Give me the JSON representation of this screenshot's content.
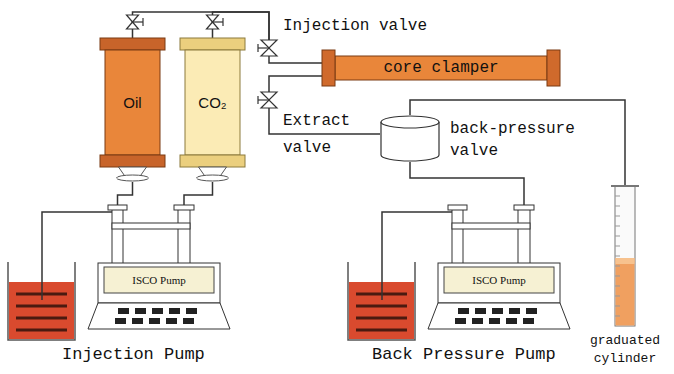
{
  "diagram": {
    "nodes": [
      {
        "text": [
          "Oil"
        ]
      },
      {
        "text": [
          "CO₂"
        ]
      },
      {
        "text": [
          "Injection valve"
        ]
      },
      {
        "text": [
          "core clamper"
        ]
      },
      {
        "text": [
          "Extract valve"
        ]
      },
      {
        "text": [
          "back-pressure valve"
        ]
      },
      {
        "text": [
          "ISCO Pump",
          "Injection Pump"
        ]
      },
      {
        "text": [
          "ISCO Pump",
          "Back Pressure Pump"
        ]
      },
      {
        "text": [
          "graduated cylinder"
        ]
      }
    ],
    "edges": [
      {
        "from": 0,
        "to": 2,
        "arrow": "none"
      },
      {
        "from": 1,
        "to": 2,
        "arrow": "none"
      },
      {
        "from": 2,
        "to": 3,
        "arrow": "none"
      },
      {
        "from": 3,
        "to": 4,
        "arrow": "none"
      },
      {
        "from": 4,
        "to": 5,
        "arrow": "none"
      },
      {
        "from": 5,
        "to": 8,
        "arrow": "none"
      },
      {
        "from": 6,
        "to": 0,
        "arrow": "none"
      },
      {
        "from": 6,
        "to": 1,
        "arrow": "none"
      },
      {
        "from": 7,
        "to": 5,
        "arrow": "none"
      }
    ]
  }
}
